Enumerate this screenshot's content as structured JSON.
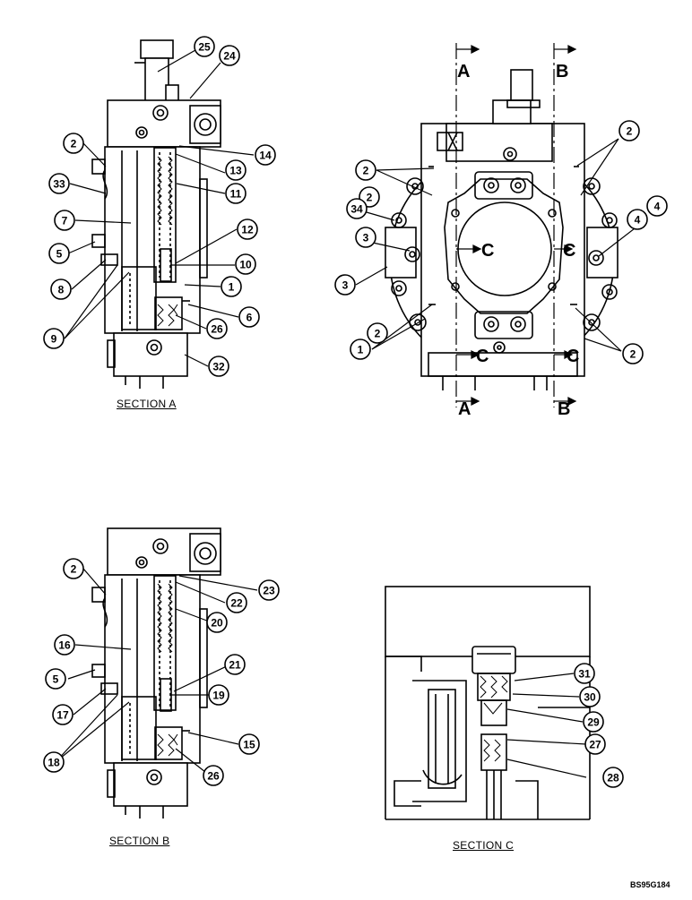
{
  "captions": {
    "section_a": "SECTION A",
    "section_b": "SECTION B",
    "section_c": "SECTION C"
  },
  "figure_ref": "BS95G184",
  "section_letters": {
    "a": "A",
    "b": "B",
    "c": "C"
  },
  "callouts": {
    "section_a": [
      "25",
      "24",
      "2",
      "14",
      "13",
      "33",
      "11",
      "7",
      "12",
      "5",
      "10",
      "1",
      "8",
      "6",
      "9",
      "26",
      "32"
    ],
    "top_view": [
      "2",
      "2",
      "2",
      "34",
      "3",
      "4",
      "4",
      "3",
      "1",
      "2",
      "2"
    ],
    "section_b": [
      "2",
      "23",
      "22",
      "20",
      "16",
      "21",
      "5",
      "19",
      "17",
      "15",
      "18",
      "26"
    ],
    "section_c": [
      "31",
      "30",
      "29",
      "27",
      "28"
    ]
  }
}
